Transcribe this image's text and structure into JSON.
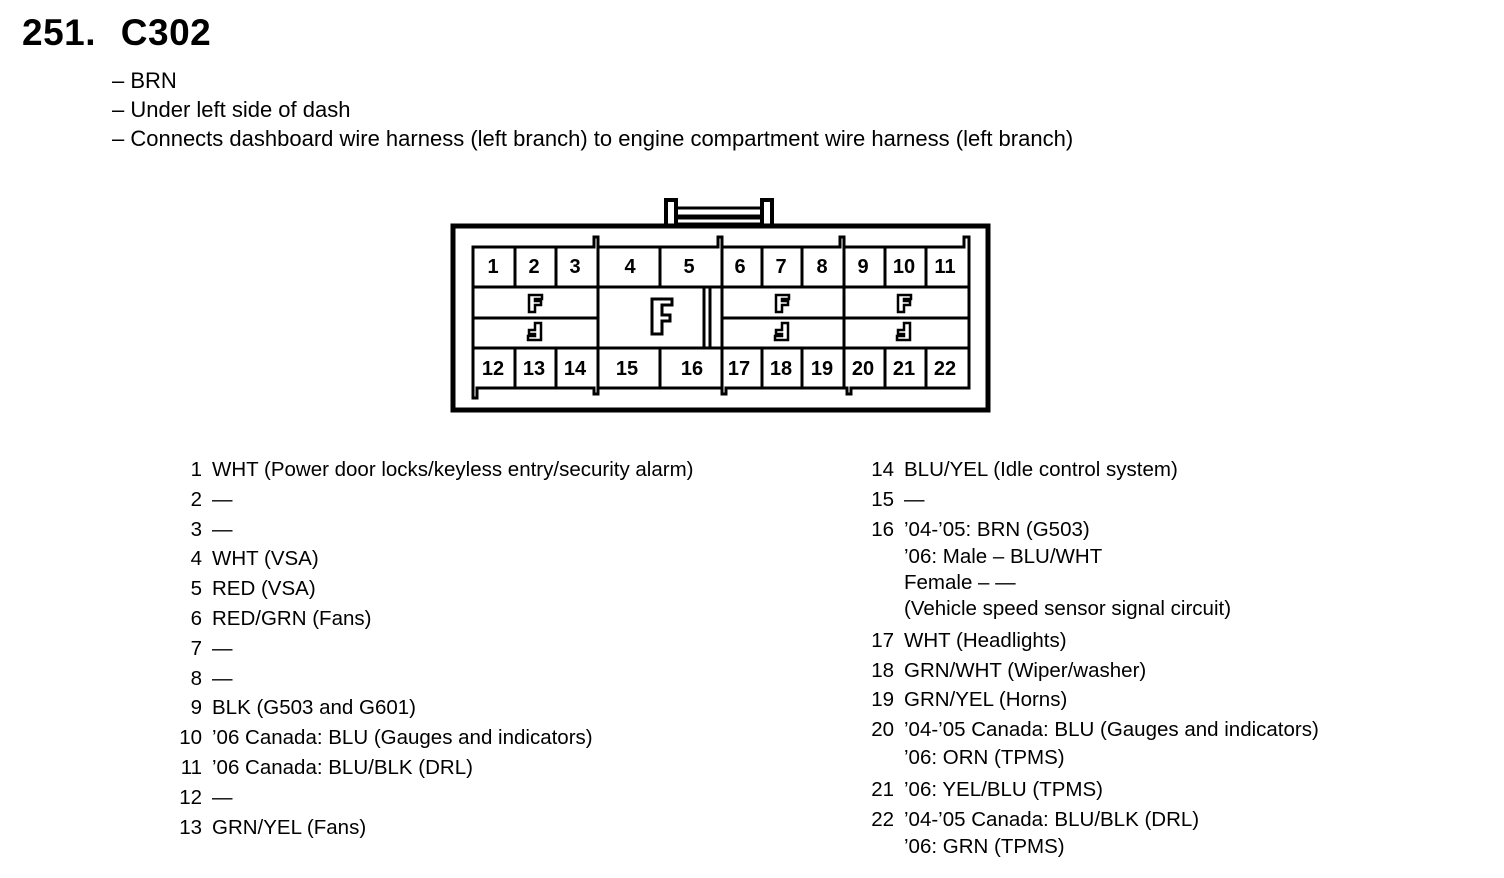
{
  "header": {
    "number": "251.",
    "connector_id": "C302"
  },
  "bullets": [
    "– BRN",
    "– Under left side of dash",
    "– Connects dashboard wire harness (left branch) to engine compartment wire harness (left branch)"
  ],
  "connector": {
    "top_pins": [
      "1",
      "2",
      "3",
      "4",
      "5",
      "6",
      "7",
      "8",
      "9",
      "10",
      "11"
    ],
    "bottom_pins": [
      "12",
      "13",
      "14",
      "15",
      "16",
      "17",
      "18",
      "19",
      "20",
      "21",
      "22"
    ]
  },
  "pins_left": [
    {
      "num": "1",
      "lines": [
        "WHT (Power door locks/keyless entry/security alarm)"
      ]
    },
    {
      "num": "2",
      "lines": [
        "—"
      ]
    },
    {
      "num": "3",
      "lines": [
        "—"
      ]
    },
    {
      "num": "4",
      "lines": [
        "WHT (VSA)"
      ]
    },
    {
      "num": "5",
      "lines": [
        "RED (VSA)"
      ]
    },
    {
      "num": "6",
      "lines": [
        "RED/GRN (Fans)"
      ]
    },
    {
      "num": "7",
      "lines": [
        "—"
      ]
    },
    {
      "num": "8",
      "lines": [
        "—"
      ]
    },
    {
      "num": "9",
      "lines": [
        "BLK (G503 and G601)"
      ]
    },
    {
      "num": "10",
      "lines": [
        "’06 Canada: BLU (Gauges and indicators)"
      ]
    },
    {
      "num": "11",
      "lines": [
        "’06 Canada: BLU/BLK (DRL)"
      ]
    },
    {
      "num": "12",
      "lines": [
        "—"
      ]
    },
    {
      "num": "13",
      "lines": [
        "GRN/YEL (Fans)"
      ]
    }
  ],
  "pins_right": [
    {
      "num": "14",
      "lines": [
        "BLU/YEL (Idle control system)"
      ]
    },
    {
      "num": "15",
      "lines": [
        "—"
      ]
    },
    {
      "num": "16",
      "lines": [
        "’04-’05: BRN (G503)",
        "’06: Male – BLU/WHT",
        "Female – —",
        "(Vehicle speed sensor signal circuit)"
      ]
    },
    {
      "num": "17",
      "lines": [
        "WHT (Headlights)"
      ]
    },
    {
      "num": "18",
      "lines": [
        "GRN/WHT (Wiper/washer)"
      ]
    },
    {
      "num": "19",
      "lines": [
        "GRN/YEL (Horns)"
      ]
    },
    {
      "num": "20",
      "lines": [
        "’04-’05 Canada: BLU (Gauges and indicators)",
        "’06: ORN (TPMS)"
      ]
    },
    {
      "num": "21",
      "lines": [
        "’06: YEL/BLU (TPMS)"
      ]
    },
    {
      "num": "22",
      "lines": [
        "’04-’05 Canada: BLU/BLK (DRL)",
        "’06: GRN (TPMS)"
      ]
    }
  ]
}
